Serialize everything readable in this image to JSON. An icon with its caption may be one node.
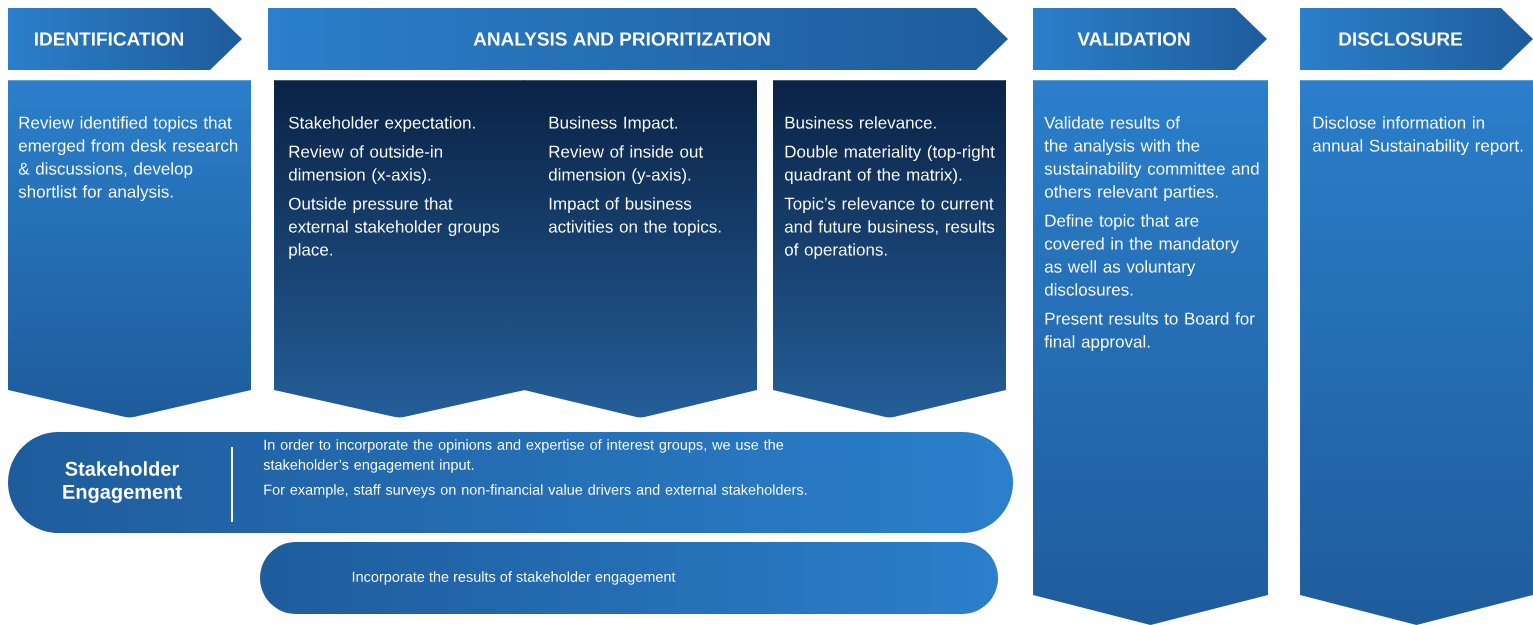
{
  "diagram": {
    "nodes": [
      {
        "text": [
          "IDENTIFICATION"
        ]
      },
      {
        "text": [
          "ANALYSIS AND PRIORITIZATION"
        ]
      },
      {
        "text": [
          "VALIDATION"
        ]
      },
      {
        "text": [
          "DISCLOSURE"
        ]
      },
      {
        "text": [
          "Review identified topics that emerged from desk research & discussions, develop shortlist for analysis."
        ]
      },
      {
        "text": [
          "Stakeholder expectation.",
          "Review of outside-in dimension (x-axis).",
          "Outside pressure that external stakeholder groups place."
        ]
      },
      {
        "text": [
          "Business Impact.",
          "Review of inside out dimension (y-axis).",
          "Impact of business activities on the topics."
        ]
      },
      {
        "text": [
          "Business relevance.",
          "Double materiality (top-right quadrant of the matrix).",
          "Topic’s relevance to current and future business, results of operations."
        ]
      },
      {
        "text": [
          "Validate results of the analysis with the sustainability committee and others relevant parties.",
          "Define topic that are covered in the mandatory as well as voluntary disclosures.",
          "Present results to Board for final approval."
        ]
      },
      {
        "text": [
          "Disclose information in annual Sustainability report."
        ]
      },
      {
        "text": [
          "Stakeholder Engagement",
          "In order to incorporate the opinions and expertise of interest groups, we use the stakeholder’s engagement input.",
          "For example, staff surveys on non-financial value drivers and external stakeholders."
        ]
      },
      {
        "text": [
          "Incorporate the results of stakeholder engagement"
        ]
      }
    ]
  }
}
